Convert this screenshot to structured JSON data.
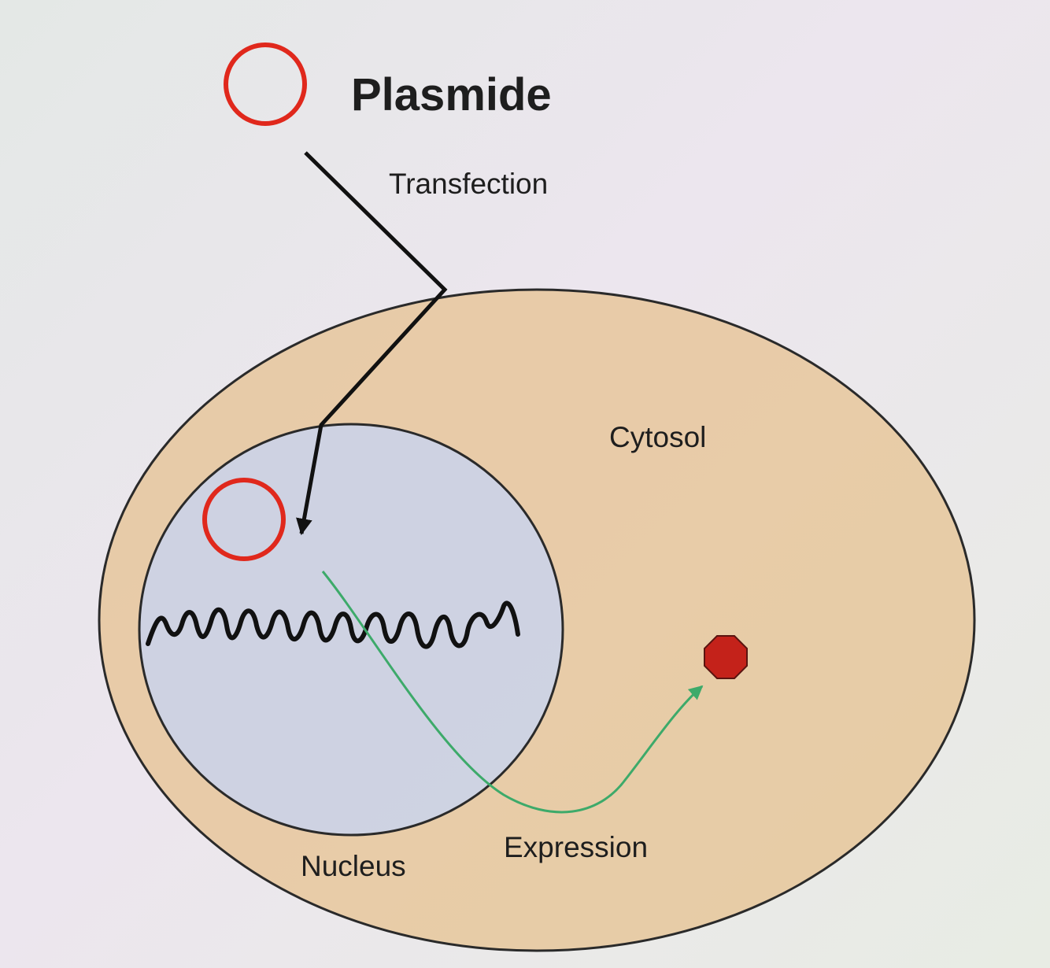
{
  "title": "Plasmide",
  "labels": {
    "transfection": "Transfection",
    "cytosol": "Cytosol",
    "nucleus": "Nucleus",
    "expression": "Expression"
  },
  "colors": {
    "cell_fill": "#e6c08e",
    "cell_stroke": "#2a2a2a",
    "nucleus_fill": "#c9d4ec",
    "plasmid_ring": "#e0281c",
    "dna": "#111111",
    "transfection_arrow": "#111111",
    "expression_arrow": "#3daa6a",
    "protein": "#c4221a"
  },
  "icons": {
    "plasmid": "red-ring",
    "dna": "squiggly-strand",
    "protein": "red-octagon"
  }
}
